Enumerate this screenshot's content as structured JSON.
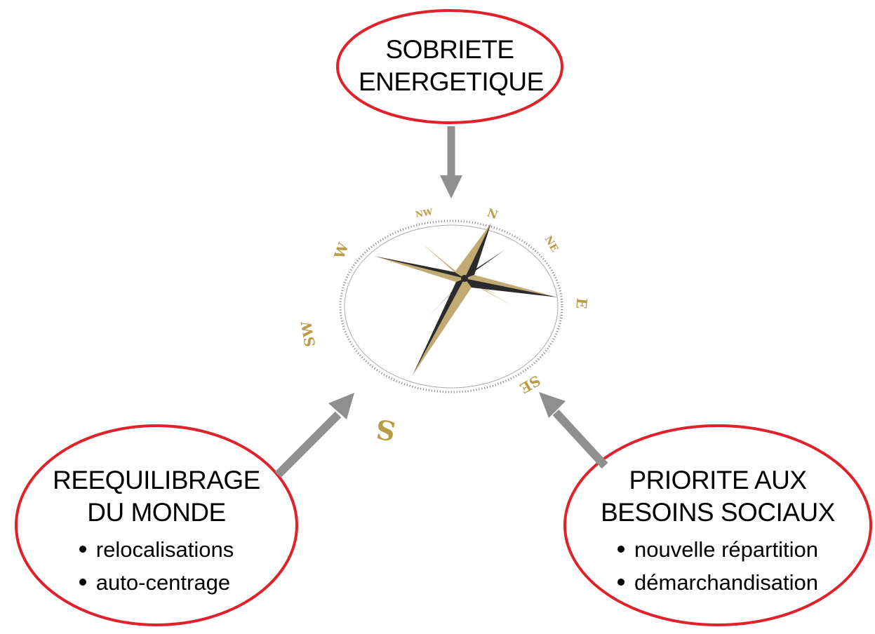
{
  "colors": {
    "ellipse_stroke": "#e0202a",
    "arrow": "#8f8f8f",
    "compass_gold": "#c2ab72",
    "compass_dark": "#2b2b2b",
    "compass_ring": "#777777"
  },
  "nodes": {
    "top": {
      "lines": [
        "SOBRIETE",
        "ENERGETIQUE"
      ]
    },
    "left": {
      "lines": [
        "REEQUILIBRAGE",
        "DU MONDE"
      ],
      "bullets": [
        "relocalisations",
        "auto-centrage"
      ]
    },
    "right": {
      "lines": [
        "PRIORITE AUX",
        "BESOINS SOCIAUX"
      ],
      "bullets": [
        "nouvelle répartition",
        "démarchandisation"
      ]
    }
  },
  "compass": {
    "icon": "compass-rose-icon",
    "labels": {
      "n": "N",
      "ne": "NE",
      "e": "E",
      "se": "SE",
      "s": "S",
      "sw": "SW",
      "w": "W",
      "nw": "NW"
    }
  }
}
